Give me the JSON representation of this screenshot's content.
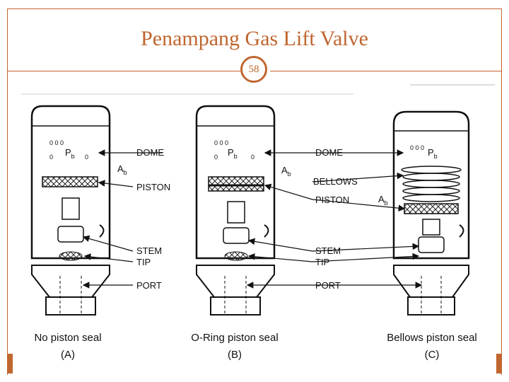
{
  "slide": {
    "title": "Penampang Gas Lift Valve",
    "number": "58",
    "accent": "#c0662f"
  },
  "labels": {
    "dome": "DOME",
    "piston": "PISTON",
    "stem": "STEM",
    "tip": "TIP",
    "port": "PORT",
    "bellows": "BELLOWS",
    "pb": "P",
    "pb_sub": "b",
    "ab": "A",
    "ab_sub": "b"
  },
  "valves": [
    {
      "caption": "No piston seal",
      "letter": "(A)"
    },
    {
      "caption": "O-Ring piston seal",
      "letter": "(B)"
    },
    {
      "caption": "Bellows piston seal",
      "letter": "(C)"
    }
  ]
}
